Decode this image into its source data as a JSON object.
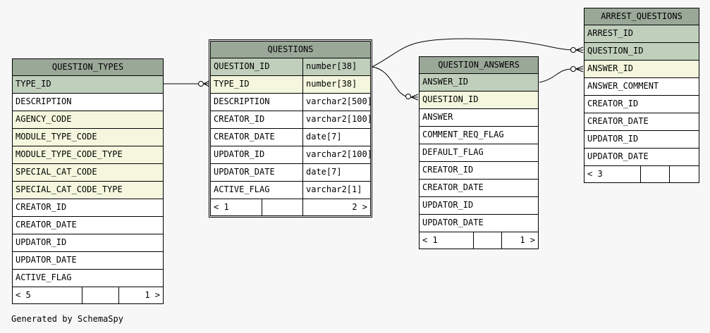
{
  "footer": {
    "generated": "Generated by SchemaSpy"
  },
  "tables": {
    "question_types": {
      "name": "QUESTION_TYPES",
      "columns": [
        {
          "name": "TYPE_ID",
          "key": "pk"
        },
        {
          "name": "DESCRIPTION",
          "key": ""
        },
        {
          "name": "AGENCY_CODE",
          "key": "fk"
        },
        {
          "name": "MODULE_TYPE_CODE",
          "key": "fk"
        },
        {
          "name": "MODULE_TYPE_CODE_TYPE",
          "key": "fk"
        },
        {
          "name": "SPECIAL_CAT_CODE",
          "key": "fk"
        },
        {
          "name": "SPECIAL_CAT_CODE_TYPE",
          "key": "fk"
        },
        {
          "name": "CREATOR_ID",
          "key": ""
        },
        {
          "name": "CREATOR_DATE",
          "key": ""
        },
        {
          "name": "UPDATOR_ID",
          "key": ""
        },
        {
          "name": "UPDATOR_DATE",
          "key": ""
        },
        {
          "name": "ACTIVE_FLAG",
          "key": ""
        }
      ],
      "footer_left": "< 5",
      "footer_right": "1 >"
    },
    "questions": {
      "name": "QUESTIONS",
      "columns": [
        {
          "name": "QUESTION_ID",
          "type": "number[38]",
          "key": "pk"
        },
        {
          "name": "TYPE_ID",
          "type": "number[38]",
          "key": "fk"
        },
        {
          "name": "DESCRIPTION",
          "type": "varchar2[500]",
          "key": ""
        },
        {
          "name": "CREATOR_ID",
          "type": "varchar2[100]",
          "key": ""
        },
        {
          "name": "CREATOR_DATE",
          "type": "date[7]",
          "key": ""
        },
        {
          "name": "UPDATOR_ID",
          "type": "varchar2[100]",
          "key": ""
        },
        {
          "name": "UPDATOR_DATE",
          "type": "date[7]",
          "key": ""
        },
        {
          "name": "ACTIVE_FLAG",
          "type": "varchar2[1]",
          "key": ""
        }
      ],
      "footer_left": "< 1",
      "footer_right": "2 >"
    },
    "question_answers": {
      "name": "QUESTION_ANSWERS",
      "columns": [
        {
          "name": "ANSWER_ID",
          "key": "pk"
        },
        {
          "name": "QUESTION_ID",
          "key": "fk"
        },
        {
          "name": "ANSWER",
          "key": ""
        },
        {
          "name": "COMMENT_REQ_FLAG",
          "key": ""
        },
        {
          "name": "DEFAULT_FLAG",
          "key": ""
        },
        {
          "name": "CREATOR_ID",
          "key": ""
        },
        {
          "name": "CREATOR_DATE",
          "key": ""
        },
        {
          "name": "UPDATOR_ID",
          "key": ""
        },
        {
          "name": "UPDATOR_DATE",
          "key": ""
        }
      ],
      "footer_left": "< 1",
      "footer_right": "1 >"
    },
    "arrest_questions": {
      "name": "ARREST_QUESTIONS",
      "columns": [
        {
          "name": "ARREST_ID",
          "key": "pk"
        },
        {
          "name": "QUESTION_ID",
          "key": "pk"
        },
        {
          "name": "ANSWER_ID",
          "key": "fk"
        },
        {
          "name": "ANSWER_COMMENT",
          "key": ""
        },
        {
          "name": "CREATOR_ID",
          "key": ""
        },
        {
          "name": "CREATOR_DATE",
          "key": ""
        },
        {
          "name": "UPDATOR_ID",
          "key": ""
        },
        {
          "name": "UPDATOR_DATE",
          "key": ""
        }
      ],
      "footer_left": "< 3",
      "footer_right": ""
    }
  }
}
